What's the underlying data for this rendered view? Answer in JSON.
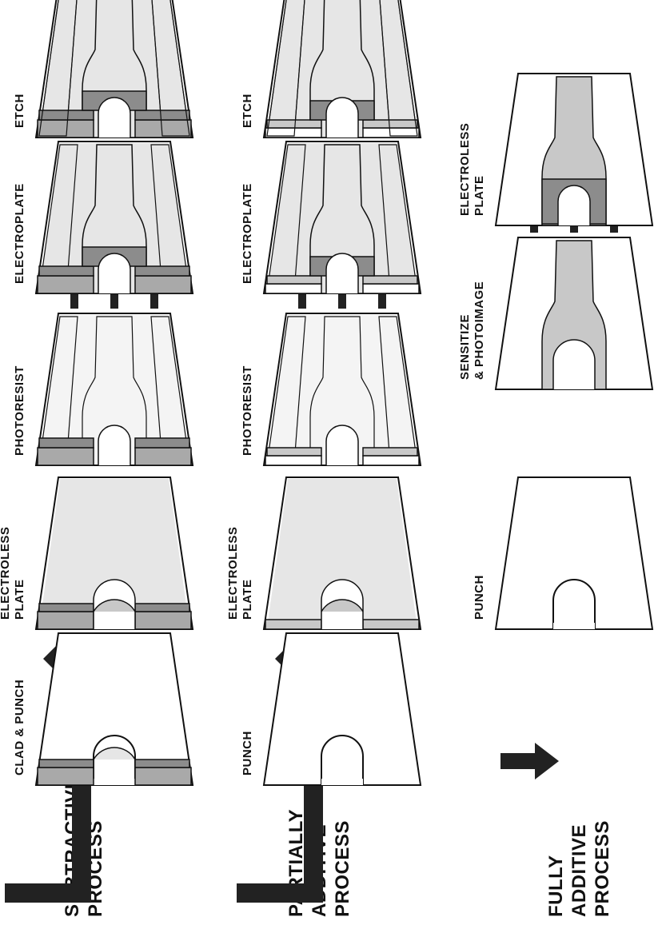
{
  "processes": [
    {
      "label": [
        "FULLY",
        "ADDITIVE",
        "PROCESS"
      ]
    },
    {
      "label": [
        "PARTIALLY",
        "ADDITIVE",
        "PROCESS"
      ]
    },
    {
      "label": [
        "SUBTRACTIVE",
        "PROCESS"
      ]
    }
  ],
  "rows": [
    {
      "steps": [
        {
          "label": [
            "PUNCH"
          ]
        },
        {
          "label": [
            "SENSITIZE",
            "& PHOTOIMAGE"
          ]
        },
        {
          "label": [
            "ELECTROLESS",
            "PLATE"
          ]
        }
      ]
    },
    {
      "steps": [
        {
          "label": [
            "PUNCH"
          ]
        },
        {
          "label": [
            "ELECTROLESS",
            "PLATE"
          ]
        },
        {
          "label": [
            "PHOTORESIST"
          ]
        },
        {
          "label": [
            "ELECTROPLATE"
          ]
        },
        {
          "label": [
            "ETCH"
          ]
        }
      ]
    },
    {
      "steps": [
        {
          "label": [
            "CLAD & PUNCH"
          ]
        },
        {
          "label": [
            "ELECTROLESS",
            "PLATE"
          ]
        },
        {
          "label": [
            "PHOTORESIST"
          ]
        },
        {
          "label": [
            "ELECTROPLATE"
          ]
        },
        {
          "label": [
            "ETCH"
          ]
        }
      ]
    }
  ],
  "colors": {
    "outline": "#111111",
    "light_fill": "#e6e6e6",
    "medium_fill": "#c8c8c8",
    "dark_fill": "#8c8c8c",
    "copper_clad": "#a9a9a9",
    "arrow": "#222222"
  }
}
